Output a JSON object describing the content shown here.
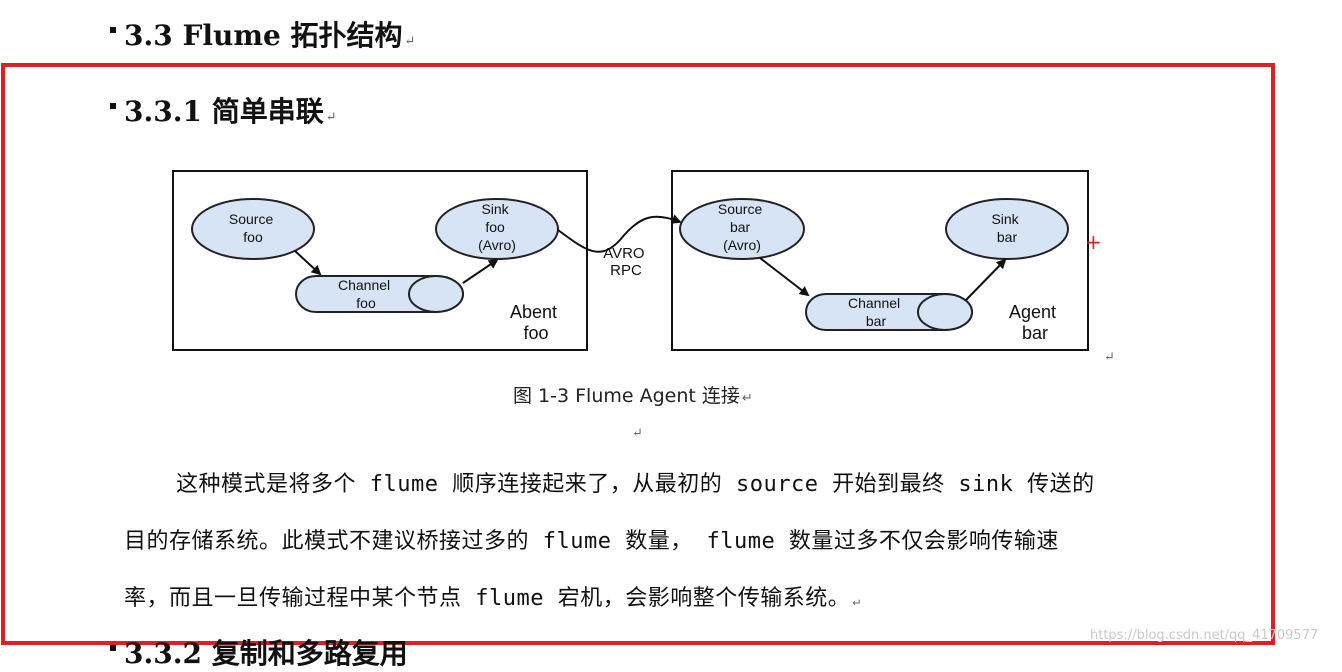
{
  "heading_main": "3.3 Flume 拓扑结构",
  "heading_sub": "3.3.1  简单串联",
  "heading_next": "3.3.2  复制和多路复用",
  "paragraph_mark": "↵",
  "diagram": {
    "agent_foo": {
      "source": [
        "Source",
        "foo"
      ],
      "channel": [
        "Channel",
        "foo"
      ],
      "sink": [
        "Sink",
        "foo",
        "(Avro)"
      ],
      "label": [
        "Abent",
        "foo"
      ]
    },
    "connector": [
      "AVRO",
      "RPC"
    ],
    "agent_bar": {
      "source": [
        "Source",
        "bar",
        "(Avro)"
      ],
      "channel": [
        "Channel",
        "bar"
      ],
      "sink": [
        "Sink",
        "bar"
      ],
      "label": [
        "Agent",
        "bar"
      ]
    }
  },
  "caption": "图 1-3 Flume Agent 连接",
  "paragraph_lines": [
    "这种模式是将多个 flume 顺序连接起来了，从最初的 source 开始到最终 sink 传送的",
    "目的存储系统。此模式不建议桥接过多的 flume 数量，  flume 数量过多不仅会影响传输速",
    "率，而且一旦传输过程中某个节点 flume 宕机，会影响整个传输系统。"
  ],
  "watermark": "https://blog.csdn.net/qq_41709577",
  "colors": {
    "frame": "#e02020",
    "ellipse_fill": "#d6e4f5",
    "ellipse_stroke": "#222222"
  }
}
